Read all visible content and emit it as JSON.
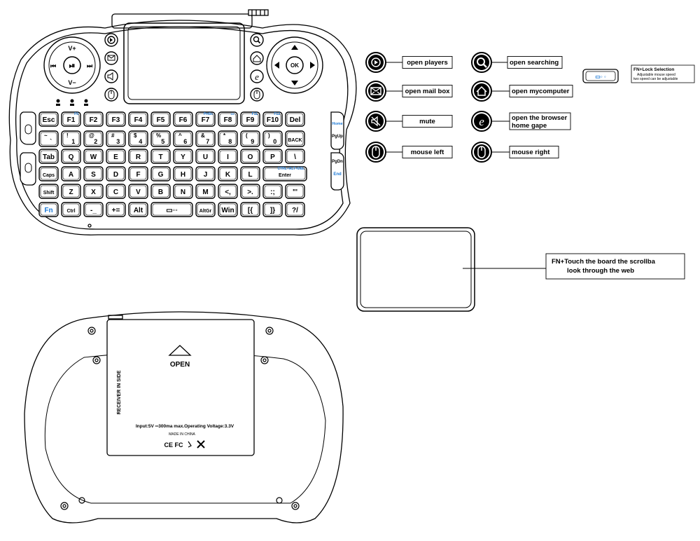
{
  "colors": {
    "line": "#000000",
    "fn_blue": "#1e7ad6",
    "key_fill": "#ffffff"
  },
  "keyboard": {
    "dpad": {
      "vol_up": "V+",
      "vol_down": "V−",
      "prev": "⏮",
      "next": "⏭",
      "play": "⏯",
      "ok": "OK"
    },
    "rows": [
      {
        "keys": [
          {
            "main": "Esc"
          },
          {
            "main": "F1",
            "sup": "F0"
          },
          {
            "main": "F2"
          },
          {
            "main": "F3"
          },
          {
            "main": "F4"
          },
          {
            "main": "F5"
          },
          {
            "main": "F6"
          },
          {
            "main": "F7",
            "sup": "PrtSc"
          },
          {
            "main": "F8",
            "sup": "▭◦"
          },
          {
            "main": "F9",
            "sup": "F11"
          },
          {
            "main": "F10",
            "sup": "F12"
          },
          {
            "main": "Del"
          }
        ]
      },
      {
        "keys": [
          {
            "main": "`",
            "sub": "~"
          },
          {
            "main": "1",
            "sub": "!"
          },
          {
            "main": "2",
            "sub": "@"
          },
          {
            "main": "3",
            "sub": "#"
          },
          {
            "main": "4",
            "sub": "$"
          },
          {
            "main": "5",
            "sub": "%"
          },
          {
            "main": "6",
            "sub": "^"
          },
          {
            "main": "7",
            "sub": "&"
          },
          {
            "main": "8",
            "sub": "*"
          },
          {
            "main": "9",
            "sub": "("
          },
          {
            "main": "0",
            "sub": ")"
          },
          {
            "main": "BACK"
          }
        ]
      },
      {
        "keys": [
          {
            "main": "Tab"
          },
          {
            "main": "Q"
          },
          {
            "main": "W"
          },
          {
            "main": "E"
          },
          {
            "main": "R"
          },
          {
            "main": "T"
          },
          {
            "main": "Y"
          },
          {
            "main": "U"
          },
          {
            "main": "I"
          },
          {
            "main": "O"
          },
          {
            "main": "P"
          },
          {
            "main": "\\"
          }
        ]
      },
      {
        "keys": [
          {
            "main": "Caps"
          },
          {
            "main": "A"
          },
          {
            "main": "S"
          },
          {
            "main": "D"
          },
          {
            "main": "F"
          },
          {
            "main": "G"
          },
          {
            "main": "H"
          },
          {
            "main": "J"
          },
          {
            "main": "K"
          },
          {
            "main": "L"
          },
          {
            "main": "Enter",
            "sup": "CTRL+ALT+DEL"
          }
        ]
      },
      {
        "keys": [
          {
            "main": "Shift"
          },
          {
            "main": "Z"
          },
          {
            "main": "X"
          },
          {
            "main": "C"
          },
          {
            "main": "V"
          },
          {
            "main": "B"
          },
          {
            "main": "N"
          },
          {
            "main": "M"
          },
          {
            "main": "<,"
          },
          {
            "main": ">."
          },
          {
            "main": ":;"
          },
          {
            "main": "\"'"
          }
        ]
      },
      {
        "keys": [
          {
            "main": "Fn"
          },
          {
            "main": "Ctrl"
          },
          {
            "main": "-_"
          },
          {
            "main": "+="
          },
          {
            "main": "Alt"
          },
          {
            "main": "▭◦◦"
          },
          {
            "main": "AltGr"
          },
          {
            "main": "Win"
          },
          {
            "main": "[{"
          },
          {
            "main": "]}"
          },
          {
            "main": "?/"
          }
        ]
      }
    ],
    "side_keys": [
      "Home",
      "PgUp",
      "PgDn",
      "End"
    ]
  },
  "legend_left": [
    {
      "icon": "play-icon",
      "label": "open players"
    },
    {
      "icon": "mail-icon",
      "label": "open mail box"
    },
    {
      "icon": "mute-icon",
      "label": "mute"
    },
    {
      "icon": "mouse-left-icon",
      "label": "mouse left"
    }
  ],
  "legend_right": [
    {
      "icon": "search-icon",
      "label": "open searching"
    },
    {
      "icon": "home-icon",
      "label": "open mycomputer"
    },
    {
      "icon": "browser-icon",
      "label": "open the browser",
      "label2": "home gape"
    },
    {
      "icon": "mouse-right-icon",
      "label": "mouse right"
    }
  ],
  "fn_lock": {
    "title": "FN+Lock Selection",
    "line1": "Adjustable mouse speed",
    "line2": "two speed can be adjustable",
    "key": "▭◦ ◦"
  },
  "touchpad_note": {
    "line1": "FN+Touch the board the scrollba",
    "line2": "look through the web"
  },
  "back": {
    "open": "OPEN",
    "receiver": "RECEIVER IN SIDE",
    "input": "Input:5V ═300ma max.Operating Voltage:3.3V",
    "made": "MADE IN CHINA",
    "marks": "CE FC"
  }
}
